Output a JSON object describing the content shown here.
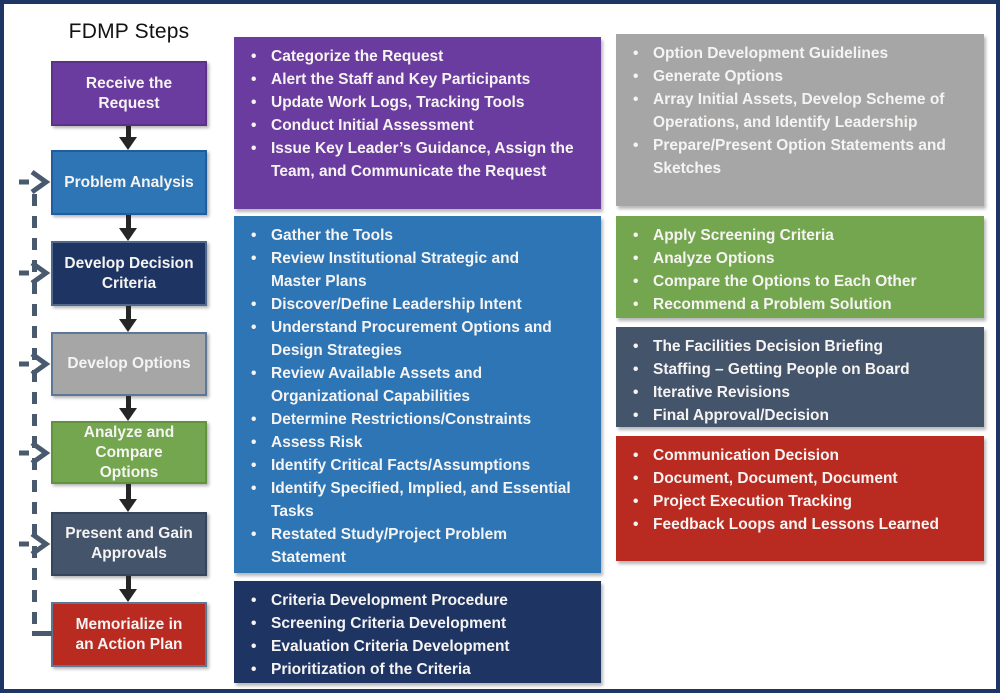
{
  "title": "FDMP Steps",
  "colors": {
    "purple": "#6B3C9F",
    "blue": "#2E75B6",
    "navy": "#1E3563",
    "gray": "#A6A6A6",
    "green": "#74A64F",
    "slate": "#44546A",
    "red": "#B92B21",
    "arrow_black": "#262626",
    "feedback_line": "#4A5A6E",
    "frame_border": "#1D3666"
  },
  "flow": {
    "steps": [
      {
        "label": "Receive the\nRequest"
      },
      {
        "label": "Problem Analysis"
      },
      {
        "label": "Develop Decision\nCriteria"
      },
      {
        "label": "Develop Options"
      },
      {
        "label": "Analyze and\nCompare\nOptions"
      },
      {
        "label": "Present and Gain\nApprovals"
      },
      {
        "label": "Memorialize in\nan Action Plan"
      }
    ]
  },
  "panels": [
    {
      "step": "Receive the Request",
      "items": [
        "Categorize the Request",
        "Alert the Staff and Key Participants",
        "Update Work Logs, Tracking Tools",
        "Conduct Initial Assessment",
        "Issue Key Leader’s Guidance, Assign the\nTeam, and Communicate the Request"
      ]
    },
    {
      "step": "Problem Analysis",
      "items": [
        "Gather the Tools",
        "Review Institutional Strategic and\nMaster Plans",
        "Discover/Define Leadership Intent",
        "Understand Procurement Options and\nDesign Strategies",
        "Review Available Assets and\nOrganizational Capabilities",
        "Determine Restrictions/Constraints",
        "Assess Risk",
        "Identify Critical Facts/Assumptions",
        "Identify Specified, Implied, and Essential\nTasks",
        "Restated Study/Project Problem\nStatement"
      ]
    },
    {
      "step": "Develop Decision Criteria",
      "items": [
        "Criteria Development Procedure",
        "Screening Criteria Development",
        "Evaluation Criteria Development",
        "Prioritization of the Criteria"
      ]
    },
    {
      "step": "Develop Options",
      "items": [
        "Option Development Guidelines",
        "Generate Options",
        "Array Initial Assets, Develop Scheme of\nOperations, and Identify Leadership",
        "Prepare/Present Option Statements and\nSketches"
      ]
    },
    {
      "step": "Analyze and Compare Options",
      "items": [
        "Apply Screening Criteria",
        "Analyze Options",
        "Compare the Options to Each Other",
        "Recommend a Problem Solution"
      ]
    },
    {
      "step": "Present and Gain Approvals",
      "items": [
        "The Facilities Decision Briefing",
        "Staffing – Getting People on Board",
        "Iterative Revisions",
        "Final Approval/Decision"
      ]
    },
    {
      "step": "Memorialize in an Action Plan",
      "items": [
        "Communication Decision",
        "Document, Document, Document",
        "Project Execution Tracking",
        "Feedback Loops and Lessons Learned"
      ]
    }
  ]
}
